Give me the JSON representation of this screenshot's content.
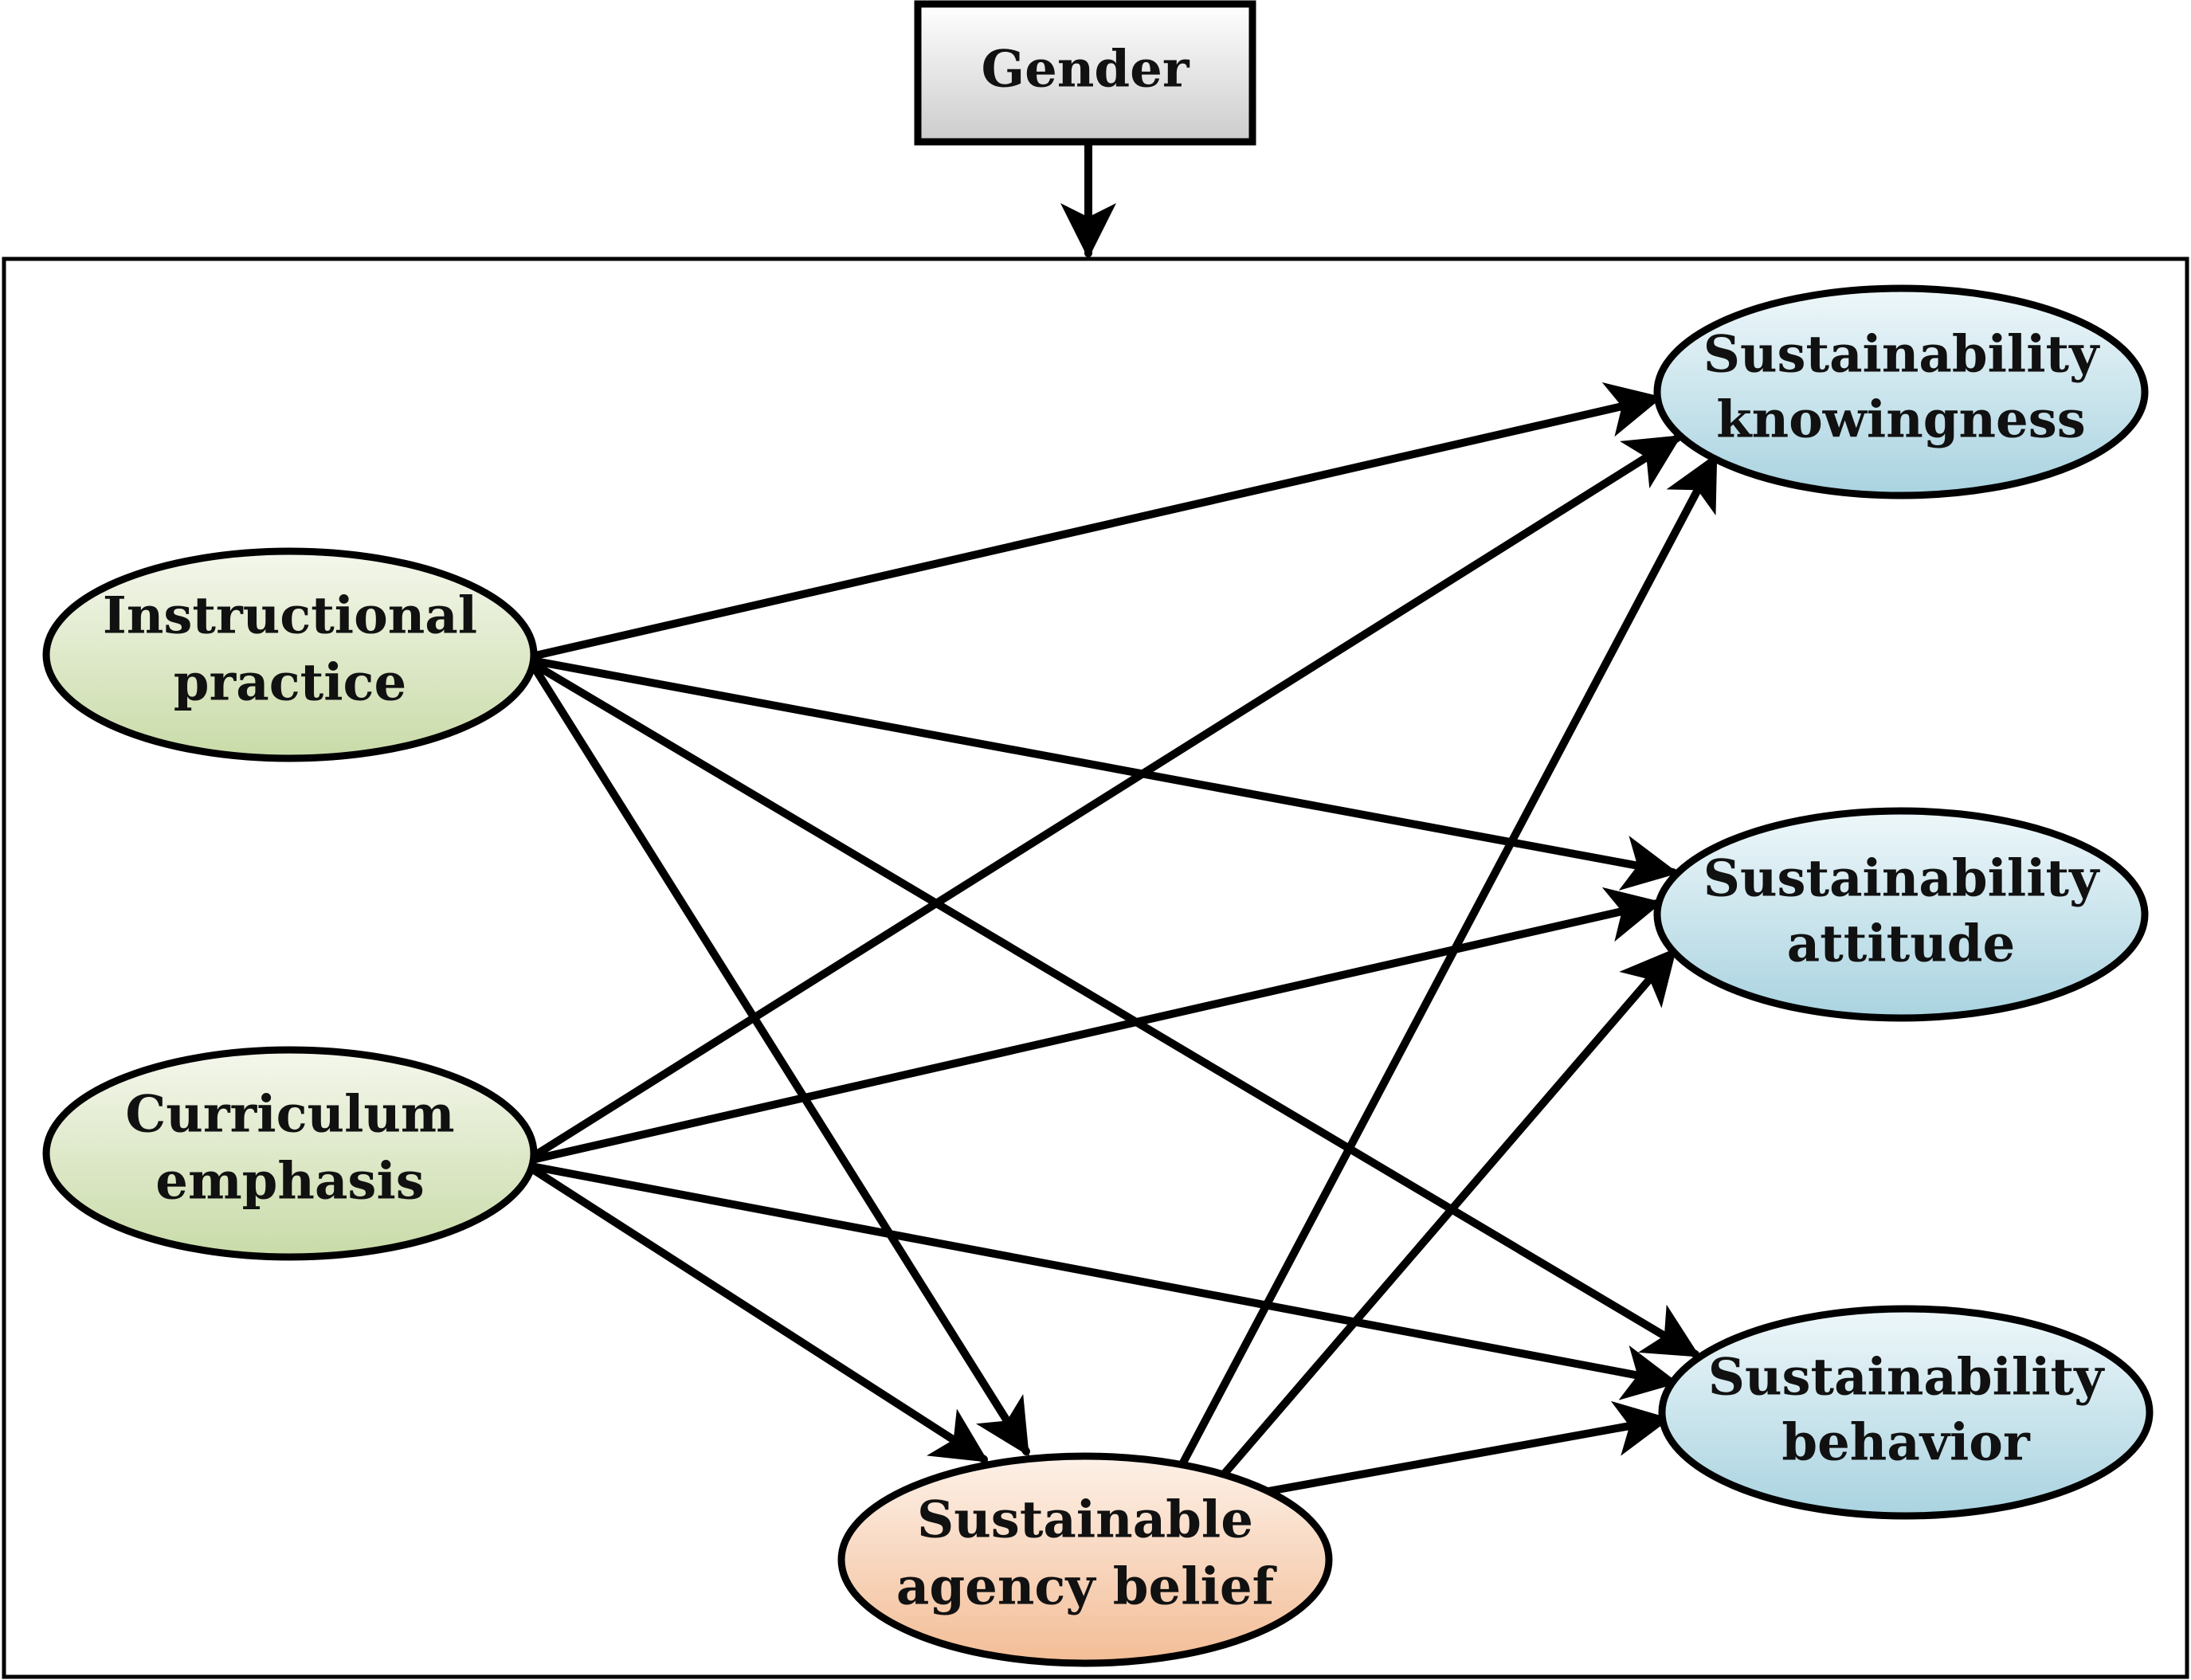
{
  "moderator": {
    "label": "Gender"
  },
  "nodes": {
    "instructional_practice": {
      "line1": "Instructional",
      "line2": "practice"
    },
    "curriculum_emphasis": {
      "line1": "Curriculum",
      "line2": "emphasis"
    },
    "sustainable_agency_belief": {
      "line1": "Sustainable",
      "line2": "agency belief"
    },
    "sustainability_knowingness": {
      "line1": "Sustainability",
      "line2": "knowingness"
    },
    "sustainability_attitude": {
      "line1": "Sustainability",
      "line2": "attitude"
    },
    "sustainability_behavior": {
      "line1": "Sustainability",
      "line2": "behavior"
    }
  },
  "edges": [
    {
      "from": "moderator",
      "to": "model_frame"
    },
    {
      "from": "instructional_practice",
      "to": "sustainability_knowingness"
    },
    {
      "from": "instructional_practice",
      "to": "sustainability_attitude"
    },
    {
      "from": "instructional_practice",
      "to": "sustainability_behavior"
    },
    {
      "from": "instructional_practice",
      "to": "sustainable_agency_belief"
    },
    {
      "from": "curriculum_emphasis",
      "to": "sustainability_knowingness"
    },
    {
      "from": "curriculum_emphasis",
      "to": "sustainability_attitude"
    },
    {
      "from": "curriculum_emphasis",
      "to": "sustainability_behavior"
    },
    {
      "from": "curriculum_emphasis",
      "to": "sustainable_agency_belief"
    },
    {
      "from": "sustainable_agency_belief",
      "to": "sustainability_knowingness"
    },
    {
      "from": "sustainable_agency_belief",
      "to": "sustainability_attitude"
    },
    {
      "from": "sustainable_agency_belief",
      "to": "sustainability_behavior"
    }
  ],
  "colors": {
    "predictor_fill_top": "#f4f7ec",
    "predictor_fill_bottom": "#c9dba8",
    "outcome_fill_top": "#eef7fa",
    "outcome_fill_bottom": "#a9d3e0",
    "mediator_fill_top": "#fdf1e8",
    "mediator_fill_bottom": "#f3bd96",
    "moderator_fill_top": "#ffffff",
    "moderator_fill_bottom": "#cccccc"
  }
}
